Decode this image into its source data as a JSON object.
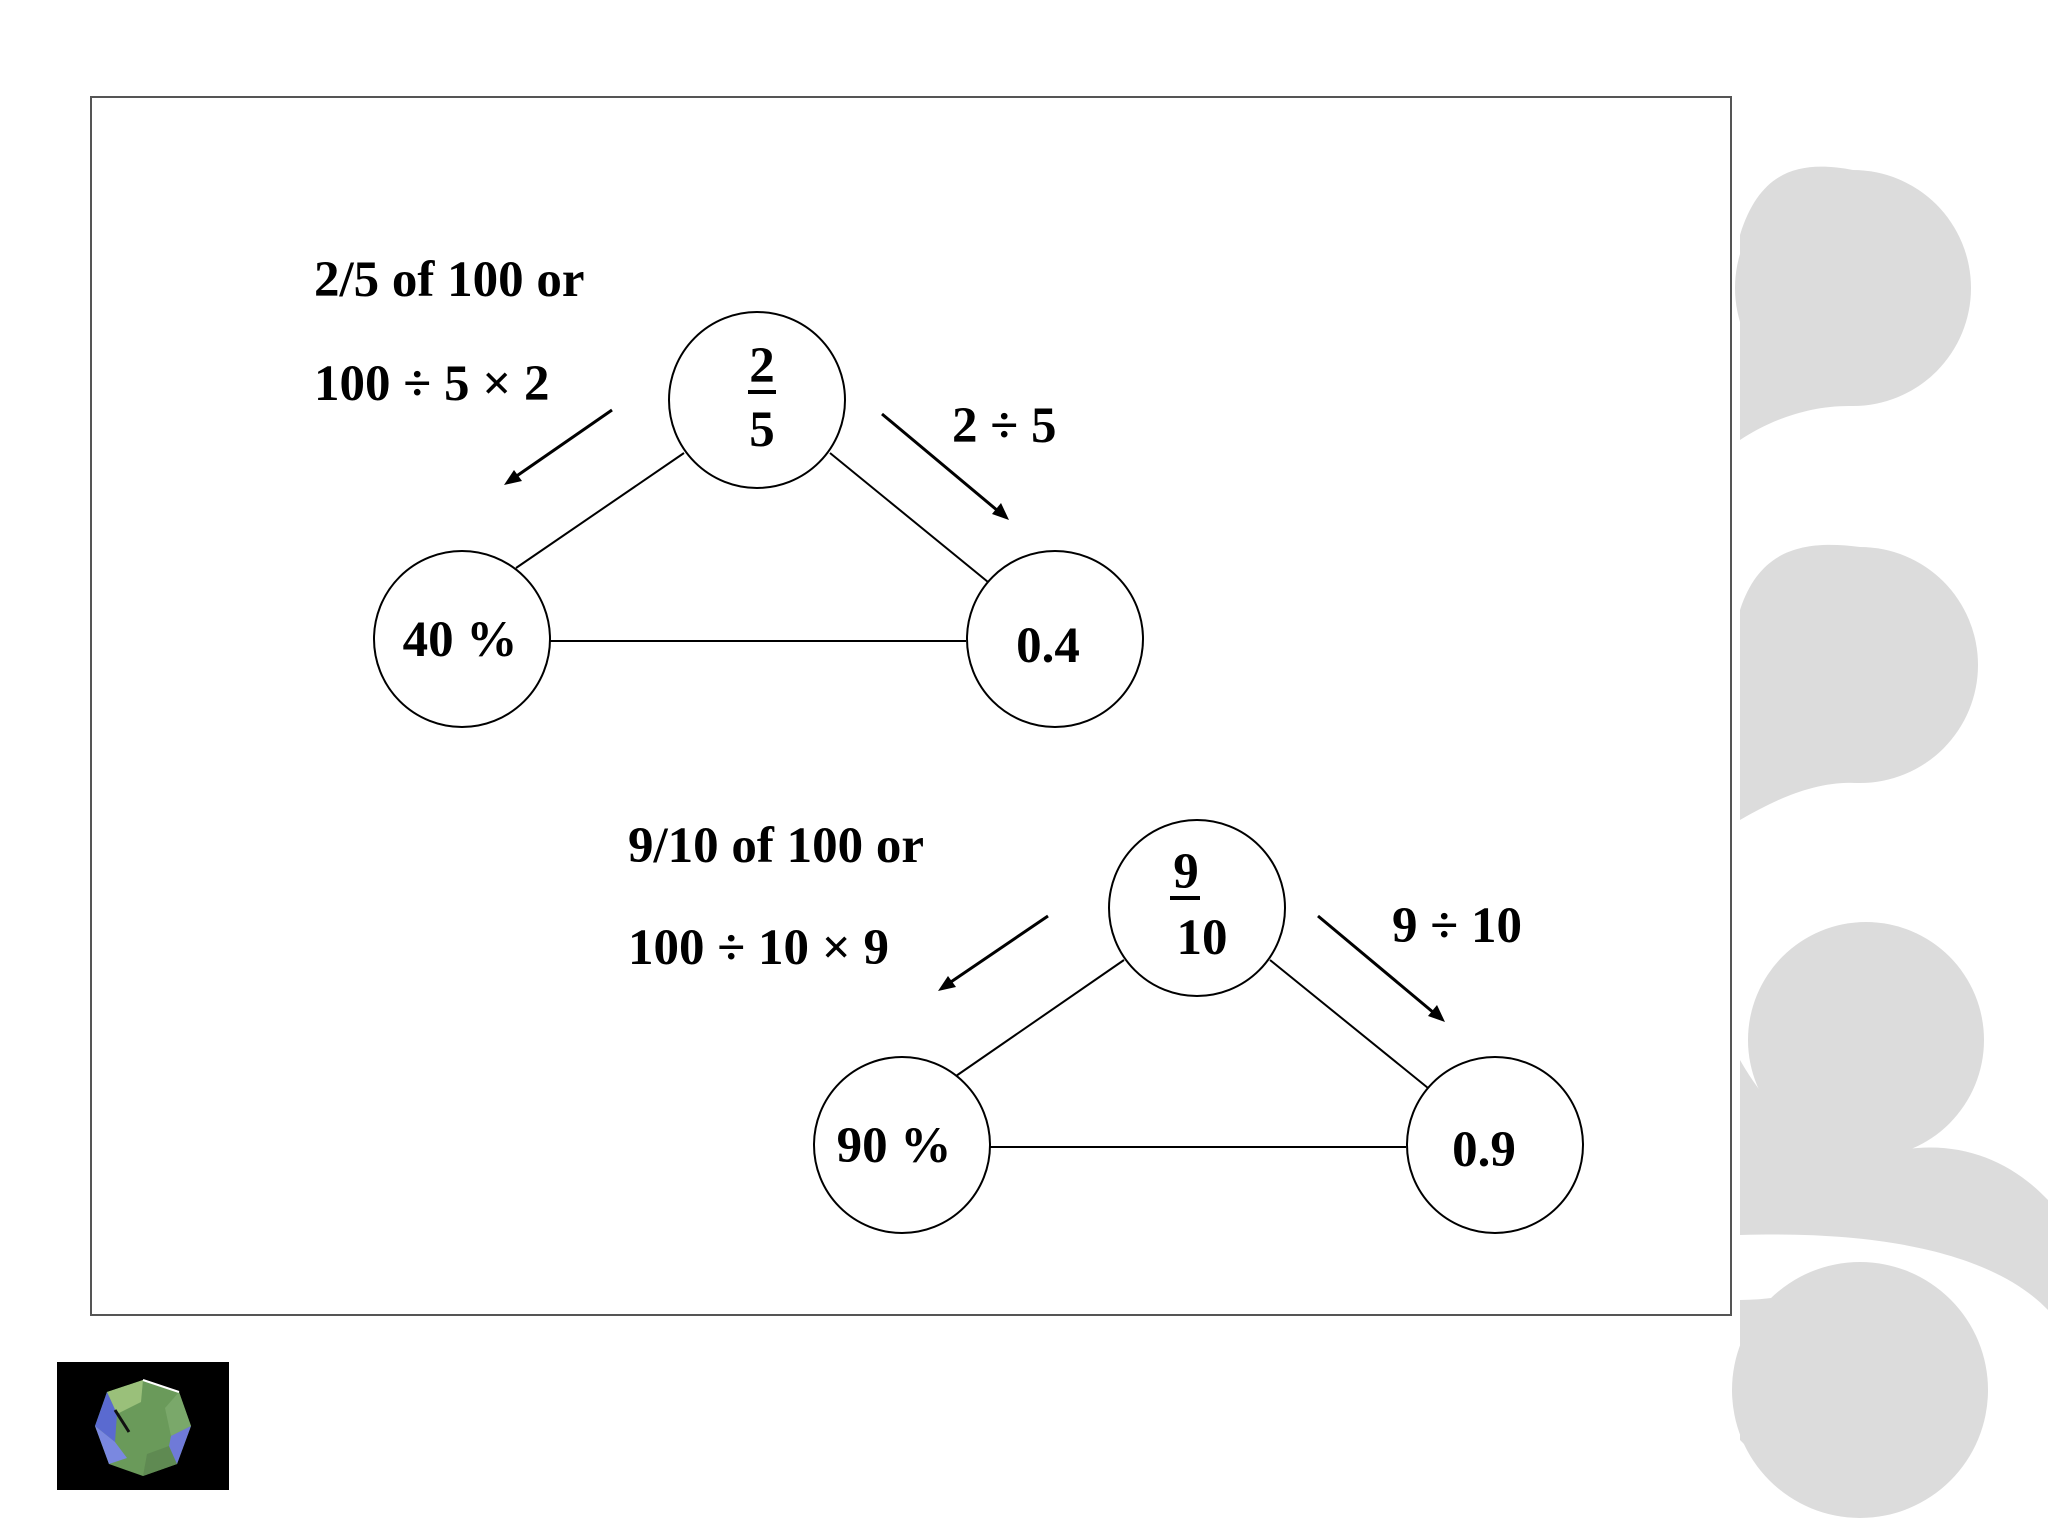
{
  "slide": {
    "diagrams": [
      {
        "fraction_numerator": "2",
        "fraction_denominator": "5",
        "percent": "40 %",
        "decimal": "0.4",
        "percent_method_line1": "2/5 of 100 or",
        "percent_method_line2": "100 ÷ 5 × 2",
        "decimal_method": "2 ÷ 5"
      },
      {
        "fraction_numerator": "9",
        "fraction_denominator": "10",
        "percent": "90 %",
        "decimal": "0.9",
        "percent_method_line1": "9/10 of 100 or",
        "percent_method_line2": "100 ÷ 10 × 9",
        "decimal_method": "9 ÷ 10"
      }
    ]
  },
  "colors": {
    "decoration": "#dcdcdc",
    "ink": "#000000",
    "logo_background": "#000000"
  },
  "icons": {
    "logo": "dodecahedron-logo-icon"
  }
}
